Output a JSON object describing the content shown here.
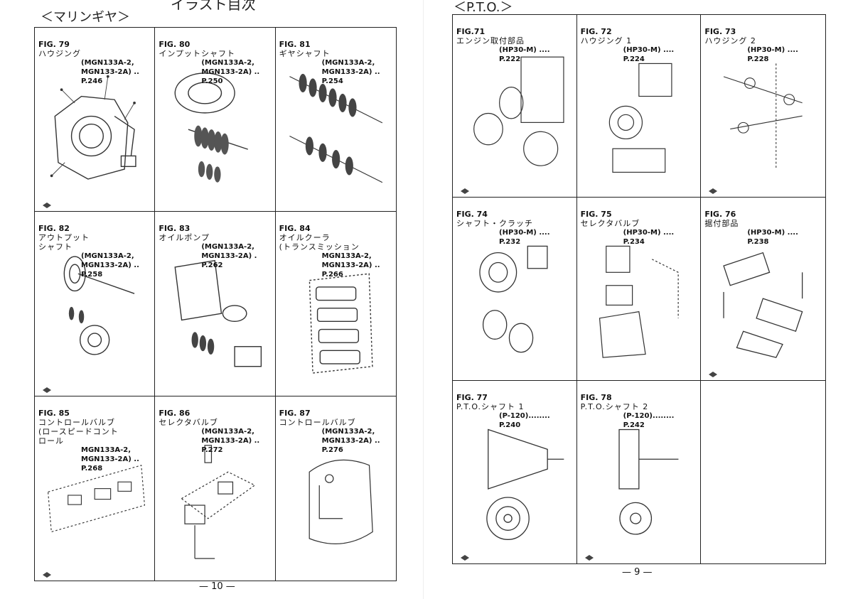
{
  "left": {
    "top_cut_title": "イラスト目次",
    "section": "＜マリンギヤ＞",
    "page_number": "— 10 —",
    "cells": [
      {
        "fig": "FIG. 79",
        "name": "ハウジング",
        "model": "(MGN133A-2,\nMGN133-2A) ..",
        "page": "P.246"
      },
      {
        "fig": "FIG. 80",
        "name": "インプットシャフト",
        "model": "(MGN133A-2,\nMGN133-2A) ..",
        "page": "P.250"
      },
      {
        "fig": "FIG. 81",
        "name": "ギヤシャフト",
        "model": "(MGN133A-2,\nMGN133-2A) ..",
        "page": "P.254"
      },
      {
        "fig": "FIG. 82",
        "name": "アウトプット\nシャフト",
        "model": "(MGN133A-2,\nMGN133-2A) ..",
        "page": "P.258"
      },
      {
        "fig": "FIG. 83",
        "name": "オイルポンプ",
        "model": "(MGN133A-2,\nMGN133-2A) .",
        "page": "P.262"
      },
      {
        "fig": "FIG. 84",
        "name": "オイルクーラ\n(トランスミッション",
        "model": "MGN133A-2,\nMGN133-2A) ..",
        "page": "P.266"
      },
      {
        "fig": "FIG. 85",
        "name": "コントロールバルブ\n(ロースピードコント\nロール",
        "model": "MGN133A-2,\nMGN133-2A) ..",
        "page": "P.268"
      },
      {
        "fig": "FIG. 86",
        "name": "セレクタバルブ",
        "model": "(MGN133A-2,\nMGN133-2A) ..",
        "page": "P.272"
      },
      {
        "fig": "FIG. 87",
        "name": "コントロールバルブ",
        "model": "(MGN133A-2,\nMGN133-2A) ..",
        "page": "P.276"
      }
    ]
  },
  "right": {
    "section": "＜P.T.O.＞",
    "page_number": "— 9 —",
    "cells": [
      {
        "fig": "FIG.71",
        "name": "エンジン取付部品",
        "model": "(HP30-M) ....",
        "page": "P.222"
      },
      {
        "fig": "FIG. 72",
        "name": "ハウジング 1",
        "model": "(HP30-M) ....",
        "page": "P.224"
      },
      {
        "fig": "FIG. 73",
        "name": "ハウジング 2",
        "model": "(HP30-M) ....",
        "page": "P.228"
      },
      {
        "fig": "FIG. 74",
        "name": "シャフト・クラッチ",
        "model": "(HP30-M) ....",
        "page": "P.232"
      },
      {
        "fig": "FIG. 75",
        "name": "セレクタバルブ",
        "model": "(HP30-M) ....",
        "page": "P.234"
      },
      {
        "fig": "FIG. 76",
        "name": "据付部品",
        "model": "(HP30-M) ....",
        "page": "P.238"
      },
      {
        "fig": "FIG. 77",
        "name": "P.T.O.シャフト 1",
        "model": "(P-120)........",
        "page": "P.240"
      },
      {
        "fig": "FIG. 78",
        "name": "P.T.O.シャフト 2",
        "model": "(P-120)........",
        "page": "P.242"
      }
    ]
  }
}
